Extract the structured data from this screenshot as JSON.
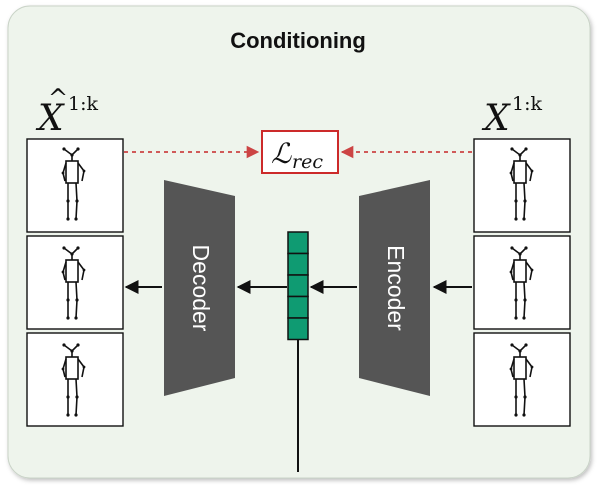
{
  "title": "Conditioning",
  "labels": {
    "left_base": "X",
    "left_hat": "^",
    "left_superscript": "1:k",
    "right_base": "X",
    "right_superscript": "1:k",
    "loss_symbol": "ℒ",
    "loss_subscript": "rec"
  },
  "blocks": {
    "decoder": "Decoder",
    "encoder": "Encoder"
  },
  "latent": {
    "cells": 5
  },
  "frames": {
    "per_column": 3
  },
  "colors": {
    "panel_fill": "#eef4ec",
    "panel_border": "#c9d3c7",
    "block_fill": "#555555",
    "latent_fill": "#0f9b72",
    "loss_border": "#cc2a2a",
    "dashed_arrow": "#cc4444",
    "arrow": "#111111"
  }
}
